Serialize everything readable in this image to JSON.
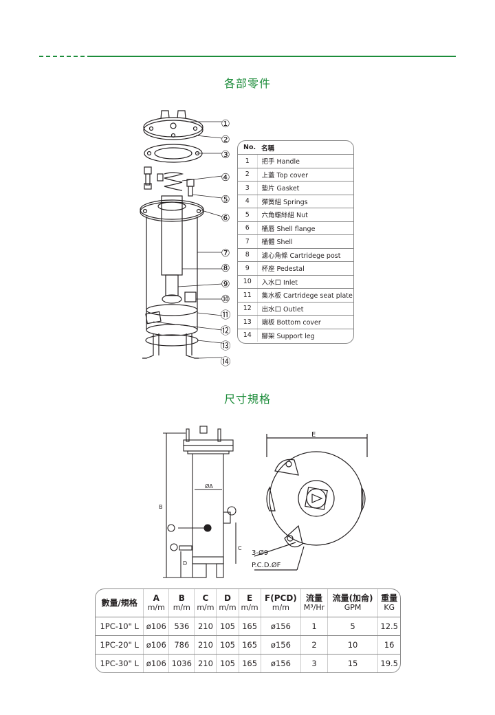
{
  "section1_title": "各部零件",
  "section2_title": "尺寸規格",
  "parts_table": {
    "header_no": "No.",
    "header_name": "名稱",
    "rows": [
      {
        "no": "1",
        "name": "把手 Handle"
      },
      {
        "no": "2",
        "name": "上蓋 Top cover"
      },
      {
        "no": "3",
        "name": "墊片 Gasket"
      },
      {
        "no": "4",
        "name": "彈簧組 Springs"
      },
      {
        "no": "5",
        "name": "六角螺絲組 Nut"
      },
      {
        "no": "6",
        "name": "桶唇 Shell flange"
      },
      {
        "no": "7",
        "name": "桶體 Shell"
      },
      {
        "no": "8",
        "name": "濾心角條 Cartridege post"
      },
      {
        "no": "9",
        "name": "杯座 Pedestal"
      },
      {
        "no": "10",
        "name": "入水口 Inlet"
      },
      {
        "no": "11",
        "name": "集水板  Cartridege seat plate"
      },
      {
        "no": "12",
        "name": "出水口 Outlet"
      },
      {
        "no": "13",
        "name": "端板 Bottom cover"
      },
      {
        "no": "14",
        "name": "腳架 Support leg"
      }
    ]
  },
  "callouts": [
    "①",
    "②",
    "③",
    "④",
    "⑤",
    "⑥",
    "⑦",
    "⑧",
    "⑨",
    "⑩",
    "⑪",
    "⑫",
    "⑬",
    "⑭"
  ],
  "drawing_labels": {
    "E": "E",
    "phiA": "ØA",
    "B": "B",
    "C": "C",
    "D": "D",
    "holes": "3-Ø9",
    "pcd": "P.C.D.ØF"
  },
  "spec_table": {
    "headers": [
      {
        "l1": "數量/規格",
        "l2": ""
      },
      {
        "l1": "A",
        "l2": "m/m"
      },
      {
        "l1": "B",
        "l2": "m/m"
      },
      {
        "l1": "C",
        "l2": "m/m"
      },
      {
        "l1": "D",
        "l2": "m/m"
      },
      {
        "l1": "E",
        "l2": "m/m"
      },
      {
        "l1": "F(PCD)",
        "l2": "m/m"
      },
      {
        "l1": "流量",
        "l2": "M³/Hr"
      },
      {
        "l1": "流量(加侖)",
        "l2": "GPM"
      },
      {
        "l1": "重量",
        "l2": "KG"
      }
    ],
    "rows": [
      [
        "1PC-10\" L",
        "ø106",
        "536",
        "210",
        "105",
        "165",
        "ø156",
        "1",
        "5",
        "12.5"
      ],
      [
        "1PC-20\" L",
        "ø106",
        "786",
        "210",
        "105",
        "165",
        "ø156",
        "2",
        "10",
        "16"
      ],
      [
        "1PC-30\" L",
        "ø106",
        "1036",
        "210",
        "105",
        "165",
        "ø156",
        "3",
        "15",
        "19.5"
      ]
    ]
  }
}
